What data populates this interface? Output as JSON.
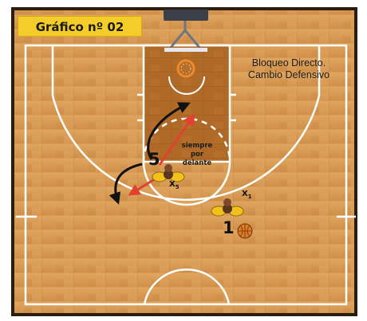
{
  "title": "Gráfico nº 02",
  "caption_line1": "Bloqueo Directo.",
  "caption_line2": "Cambio Defensivo",
  "note_line1": "siempre",
  "note_line2": "por",
  "note_line3": "delante",
  "offense": {
    "screener_number": "5",
    "ball_handler_number": "1"
  },
  "defense": {
    "defender_near_screener": "X",
    "defender_near_screener_sub": "5",
    "defender_on_ball": "X",
    "defender_on_ball_sub": "1"
  },
  "colors": {
    "wood_light": "#d99b54",
    "wood_dark": "#b86f2c",
    "lines": "#ffffff",
    "paint": "#a86420",
    "badge": "#f5cd2a",
    "arrow_red": "#e2412f",
    "arrow_black": "#111111",
    "backboard": "#3b3f49",
    "rim": "#ee8a2b"
  }
}
